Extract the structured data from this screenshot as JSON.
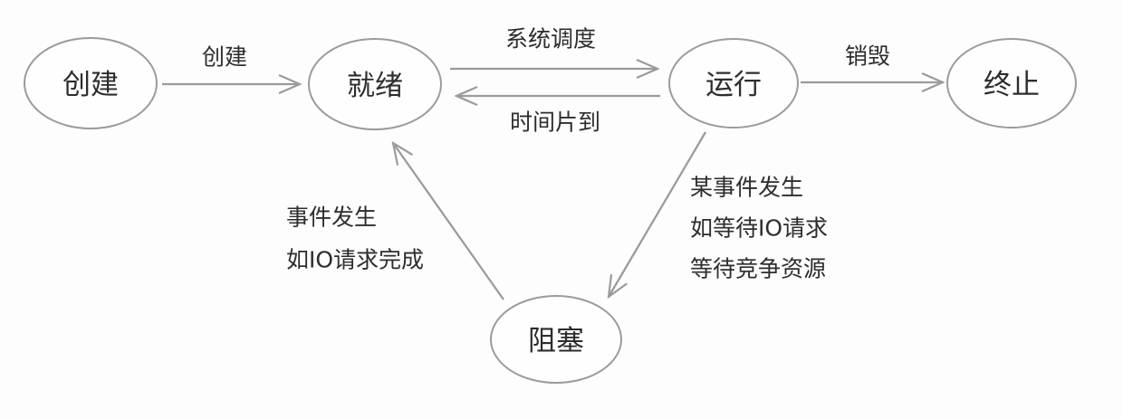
{
  "diagram": {
    "kind": "process-state-transition-diagram",
    "nodes": {
      "create": {
        "label": "创建"
      },
      "ready": {
        "label": "就绪"
      },
      "running": {
        "label": "运行"
      },
      "terminate": {
        "label": "终止"
      },
      "blocked": {
        "label": "阻塞"
      }
    },
    "edges": {
      "create_to_ready": {
        "label": "创建"
      },
      "ready_to_running": {
        "label": "系统调度"
      },
      "running_to_ready": {
        "label": "时间片到"
      },
      "running_to_terminate": {
        "label": "销毁"
      },
      "running_to_blocked": {
        "label_lines": [
          "某事件发生",
          "如等待IO请求",
          "等待竞争资源"
        ]
      },
      "blocked_to_ready": {
        "label_lines": [
          "事件发生",
          "如IO请求完成"
        ]
      }
    },
    "colors": {
      "line": "#9b9b9b",
      "text": "#2d2d2d",
      "node_fill": "#fefefe",
      "background": "#fdfdfd"
    }
  }
}
